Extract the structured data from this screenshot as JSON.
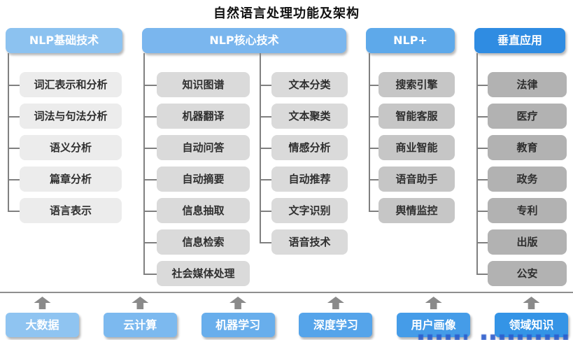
{
  "title": "自然语言处理功能及架构",
  "columns": [
    {
      "header": "NLP基础技术",
      "header_color": "#8cc2f0",
      "item_color": "#ececec",
      "items": [
        "词汇表示和分析",
        "词法与句法分析",
        "语义分析",
        "篇章分析",
        "语言表示"
      ]
    },
    {
      "header": "NLP核心技术",
      "header_color": "#7ab6ee",
      "item_color": "#dadada",
      "items_left": [
        "知识图谱",
        "机器翻译",
        "自动问答",
        "自动摘要",
        "信息抽取",
        "信息检索",
        "社会媒体处理"
      ],
      "items_right": [
        "文本分类",
        "文本聚类",
        "情感分析",
        "自动推荐",
        "文字识别",
        "语音技术"
      ]
    },
    {
      "header": "NLP+",
      "header_color": "#5ea9ea",
      "item_color": "#c6c6c6",
      "items": [
        "搜索引擎",
        "智能客服",
        "商业智能",
        "语音助手",
        "舆情监控"
      ]
    },
    {
      "header": "垂直应用",
      "header_color": "#2f8ce2",
      "item_color": "#b2b2b2",
      "items": [
        "法律",
        "医疗",
        "教育",
        "政务",
        "专利",
        "出版",
        "公安"
      ]
    }
  ],
  "foundation": [
    {
      "label": "大数据",
      "color": "#8fc4f1"
    },
    {
      "label": "云计算",
      "color": "#7cb9ef"
    },
    {
      "label": "机器学习",
      "color": "#68aeec"
    },
    {
      "label": "深度学习",
      "color": "#55a4ea"
    },
    {
      "label": "用户画像",
      "color": "#459ce8"
    },
    {
      "label": "领域知识",
      "color": "#3494e6"
    }
  ],
  "colors": {
    "connector": "#808080",
    "separator": "#8f8f8f",
    "arrow": "#8a8a8a",
    "item_text": "#2f2f2f",
    "watermark": "#2b5ccc"
  }
}
